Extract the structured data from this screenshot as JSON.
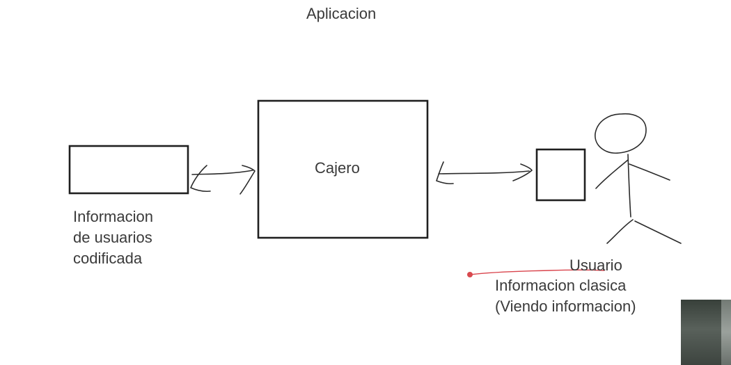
{
  "title": "Aplicacion",
  "nodes": {
    "cajero": {
      "label": "Cajero"
    },
    "database": {
      "lines": [
        "Informacion",
        "de usuarios",
        "codificada"
      ]
    },
    "terminal": {},
    "user": {
      "label": "Usuario",
      "lines": [
        "Informacion clasica",
        "(Viendo informacion)"
      ]
    }
  },
  "icons": {
    "user": "stick-figure-icon",
    "database_arrow": "double-arrow-icon",
    "terminal_arrow": "double-arrow-icon"
  },
  "colors": {
    "ink": "#1f1f1f",
    "text": "#3a3a3a",
    "laser": "#d9444c"
  }
}
